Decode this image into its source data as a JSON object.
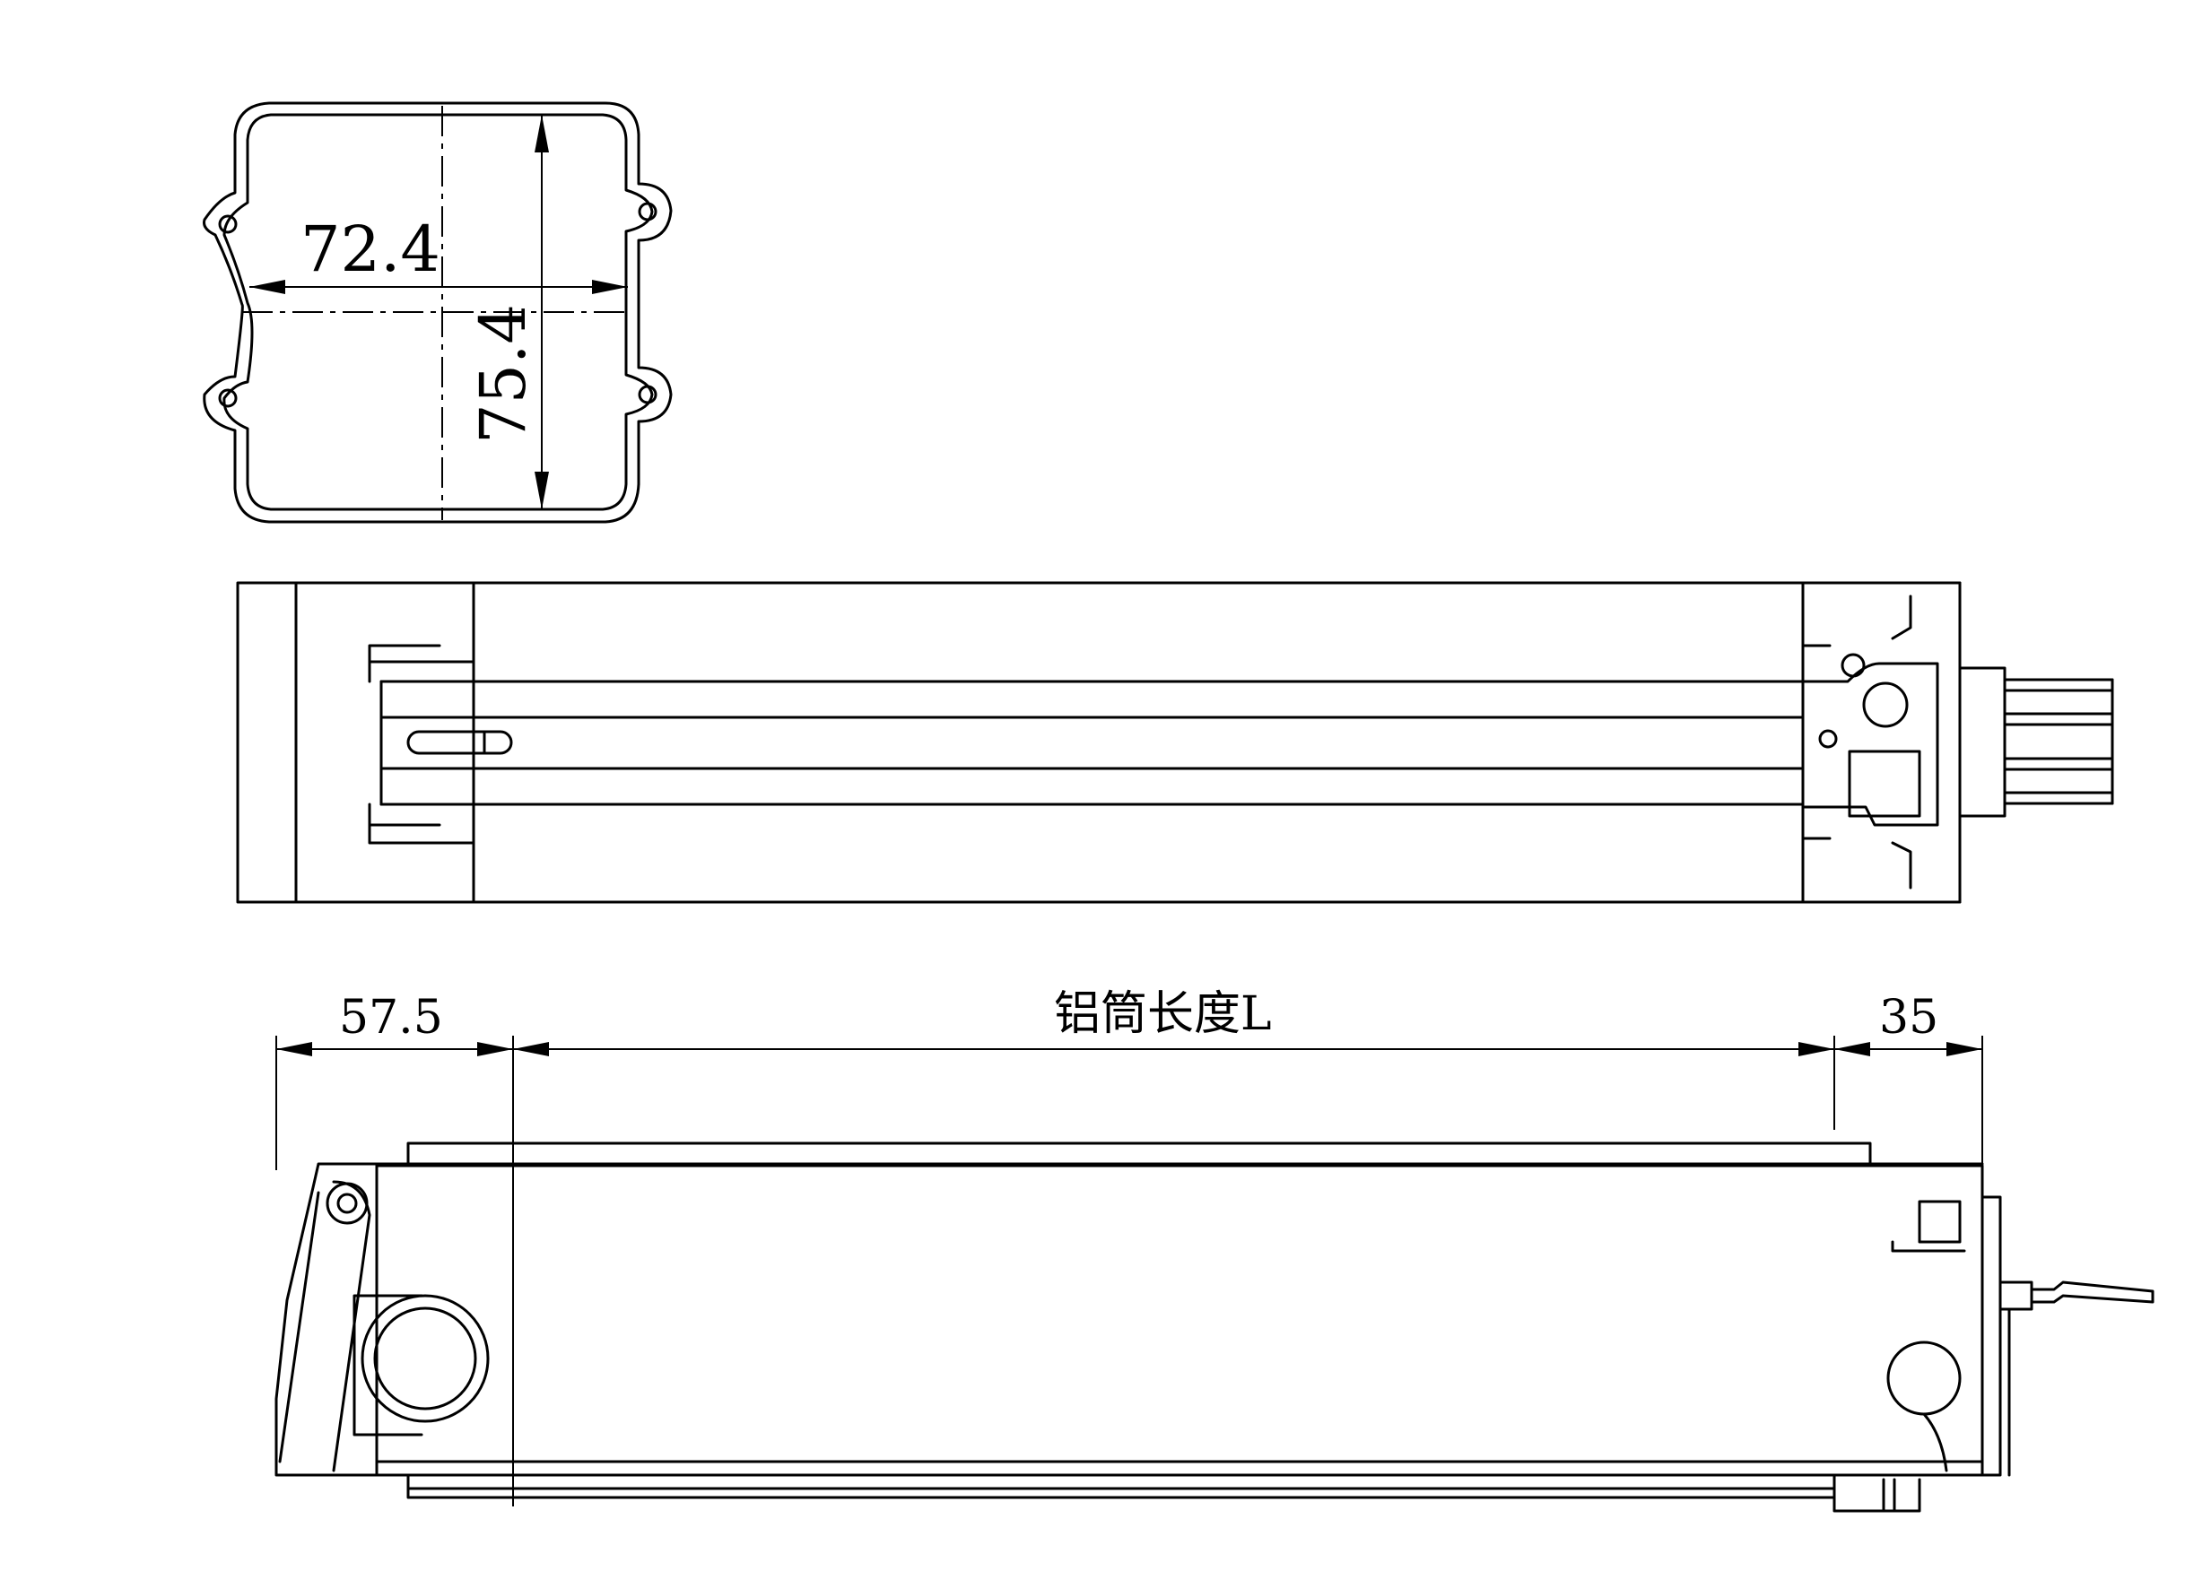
{
  "cross_section": {
    "width_dim": "72.4",
    "height_dim": "75.4"
  },
  "side_view": {
    "left_dim": "57.5",
    "tube_length_dim": "铝筒长度L",
    "right_dim": "35"
  }
}
